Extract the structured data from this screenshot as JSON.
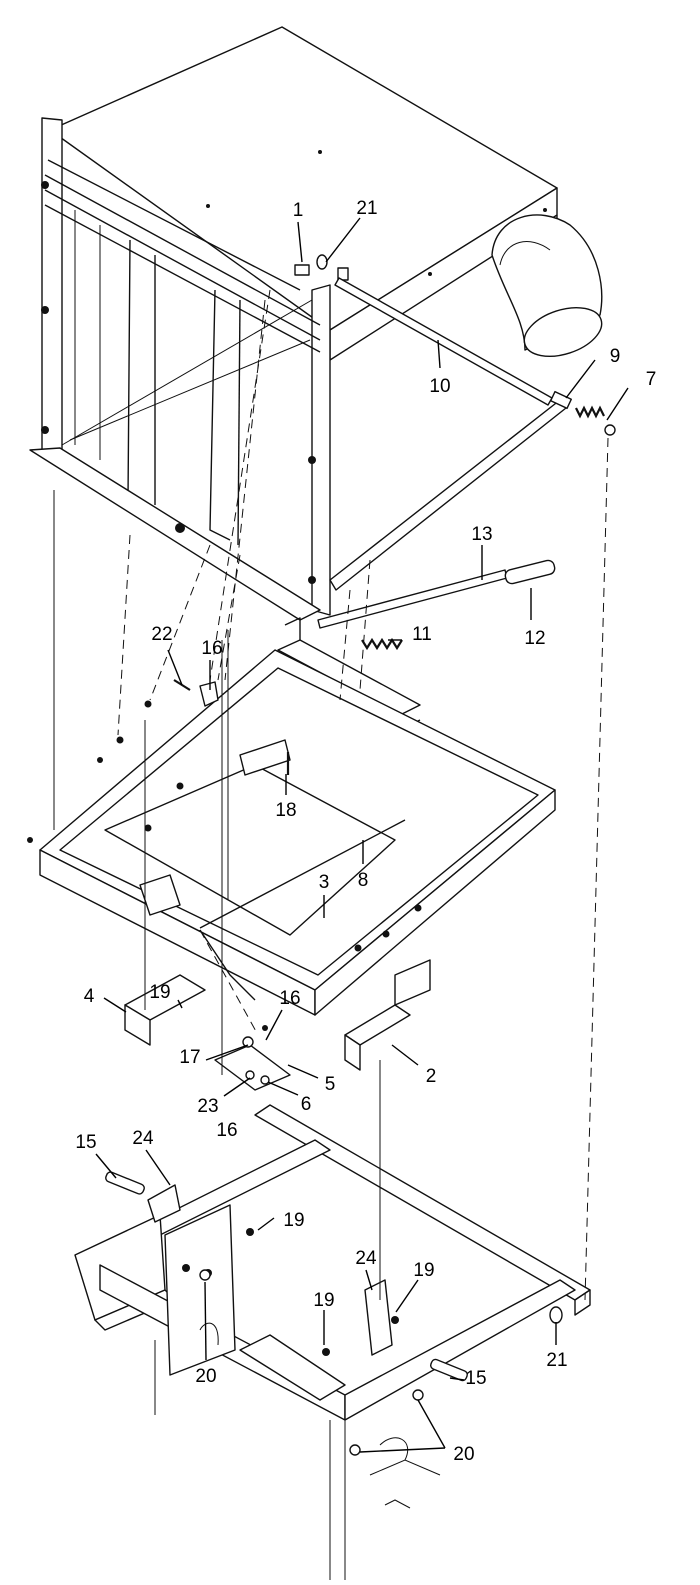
{
  "callouts": [
    {
      "id": "c1",
      "text": "1"
    },
    {
      "id": "c21a",
      "text": "21"
    },
    {
      "id": "c10",
      "text": "10"
    },
    {
      "id": "c9",
      "text": "9"
    },
    {
      "id": "c7",
      "text": "7"
    },
    {
      "id": "c13",
      "text": "13"
    },
    {
      "id": "c12",
      "text": "12"
    },
    {
      "id": "c11",
      "text": "11"
    },
    {
      "id": "c22",
      "text": "22"
    },
    {
      "id": "c16a",
      "text": "16"
    },
    {
      "id": "c18",
      "text": "18"
    },
    {
      "id": "c8",
      "text": "8"
    },
    {
      "id": "c3",
      "text": "3"
    },
    {
      "id": "c4",
      "text": "4"
    },
    {
      "id": "c19a",
      "text": "19"
    },
    {
      "id": "c16b",
      "text": "16"
    },
    {
      "id": "c2",
      "text": "2"
    },
    {
      "id": "c17",
      "text": "17"
    },
    {
      "id": "c5",
      "text": "5"
    },
    {
      "id": "c23",
      "text": "23"
    },
    {
      "id": "c6",
      "text": "6"
    },
    {
      "id": "c16c",
      "text": "16"
    },
    {
      "id": "c15a",
      "text": "15"
    },
    {
      "id": "c24a",
      "text": "24"
    },
    {
      "id": "c19b",
      "text": "19"
    },
    {
      "id": "c24b",
      "text": "24"
    },
    {
      "id": "c19c",
      "text": "19"
    },
    {
      "id": "c19d",
      "text": "19"
    },
    {
      "id": "c21b",
      "text": "21"
    },
    {
      "id": "c15b",
      "text": "15"
    },
    {
      "id": "c20a",
      "text": "20"
    },
    {
      "id": "c20b",
      "text": "20"
    }
  ]
}
